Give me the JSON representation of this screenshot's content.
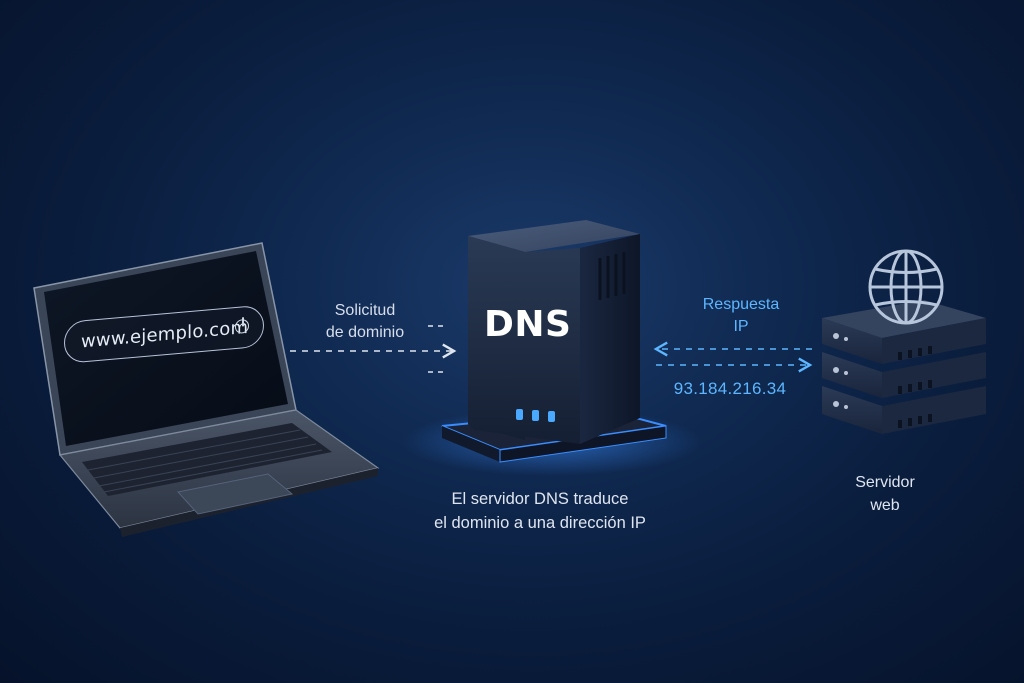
{
  "laptop": {
    "url": "www.ejemplo.com",
    "icon": "power-icon"
  },
  "request": {
    "label_line1": "Solicitud",
    "label_line2": "de dominio"
  },
  "dns_server": {
    "label": "DNS",
    "caption_line1": "El servidor DNS traduce",
    "caption_line2": "el dominio a una dirección IP"
  },
  "response": {
    "label_line1": "Respuesta",
    "label_line2": "IP",
    "ip_address": "93.184.216.34"
  },
  "web_server": {
    "label_line1": "Servidor",
    "label_line2": "web",
    "icon": "globe-icon"
  },
  "colors": {
    "background": "#0a1d3d",
    "accent_blue": "#4aa8ff",
    "dns_glow": "#3a8dff",
    "text": "#dfe5ef"
  }
}
